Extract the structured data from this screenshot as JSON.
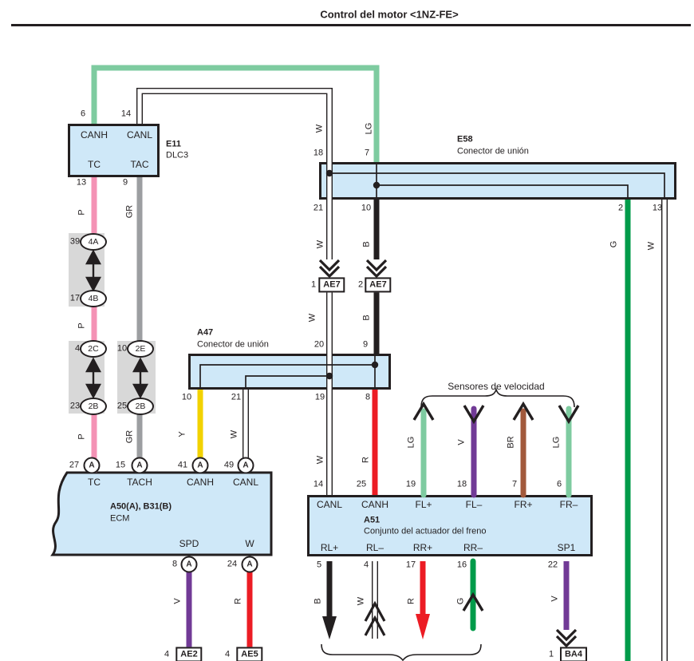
{
  "title": "Control del motor <1NZ-FE>",
  "colors": {
    "ink": "#231f20",
    "box_fill": "#cfe8f8",
    "shade": "#d8d8d8",
    "lg": "#7ecba0",
    "g": "#009b4a",
    "p": "#f492b5",
    "gr": "#9c9ea1",
    "y": "#f2d200",
    "r": "#ec1c24",
    "v": "#713a96",
    "br": "#a2593c",
    "w": "#ffffff"
  },
  "e11": {
    "label": "E11",
    "sublabel": "DLC3",
    "pin6": "6",
    "pin14": "14",
    "canh": "CANH",
    "canl": "CANL",
    "tc": "TC",
    "tac": "TAC",
    "pin13": "13",
    "pin9": "9"
  },
  "pass": {
    "n39": "39",
    "c4a": "4A",
    "n17": "17",
    "c4b": "4B",
    "n4": "4",
    "c2c": "2C",
    "n23": "23",
    "c2b1": "2B",
    "n10": "10",
    "c2e": "2E",
    "n25": "25",
    "c2b2": "2B"
  },
  "e58": {
    "label": "E58",
    "sublabel": "Conector de unión",
    "pin18": "18",
    "pin7": "7",
    "pin21": "21",
    "pin10": "10",
    "pin2": "2",
    "pin13": "13"
  },
  "a47": {
    "label": "A47",
    "sublabel": "Conector de unión",
    "pin20": "20",
    "pin9": "9",
    "pin10": "10",
    "pin21": "21",
    "pin19": "19",
    "pin8": "8"
  },
  "ecm": {
    "label": "A50(A), B31(B)",
    "sublabel": "ECM",
    "conn": "A",
    "pin27": "27",
    "pin15": "15",
    "pin41": "41",
    "pin49": "49",
    "tc": "TC",
    "tach": "TACH",
    "canh": "CANH",
    "canl": "CANL",
    "spd": "SPD",
    "w": "W",
    "pin8": "8",
    "pin24": "24"
  },
  "a51": {
    "label": "A51",
    "sublabel": "Conjunto del actuador del freno",
    "pin14": "14",
    "pin25": "25",
    "pin19": "19",
    "pin18": "18",
    "pin7": "7",
    "pin6": "6",
    "canl": "CANL",
    "canh": "CANH",
    "flp": "FL+",
    "flm": "FL–",
    "frp": "FR+",
    "frm": "FR–",
    "rlp": "RL+",
    "rlm": "RL–",
    "rrp": "RR+",
    "rrm": "RR–",
    "sp1": "SP1",
    "pin5": "5",
    "pin4": "4",
    "pin17": "17",
    "pin16": "16",
    "pin22": "22"
  },
  "sensors": {
    "caption": "Sensores de velocidad"
  },
  "tags": {
    "ae7l_n": "1",
    "ae7l": "AE7",
    "ae7r_n": "2",
    "ae7r": "AE7",
    "ae2_n": "4",
    "ae2": "AE2",
    "ae5_n": "4",
    "ae5": "AE5",
    "ba4_n": "1",
    "ba4": "BA4"
  },
  "wires": {
    "p1": "P",
    "gr1": "GR",
    "w_top": "W",
    "lg_top": "LG",
    "p2": "P",
    "w_e58": "W",
    "b_e58": "B",
    "g_right": "G",
    "w_right": "W",
    "w_ae7": "W",
    "b_ae7": "B",
    "p3": "P",
    "gr2": "GR",
    "y_a47": "Y",
    "w_a47": "W",
    "w_canl": "W",
    "r_canh": "R",
    "lg_fl": "LG",
    "v_fl": "V",
    "br_fr": "BR",
    "lg_fr": "LG",
    "v_spd": "V",
    "r_w": "R",
    "b_rl": "B",
    "w_rl": "W",
    "r_rr": "R",
    "g_rr": "G",
    "v_sp1": "V"
  }
}
